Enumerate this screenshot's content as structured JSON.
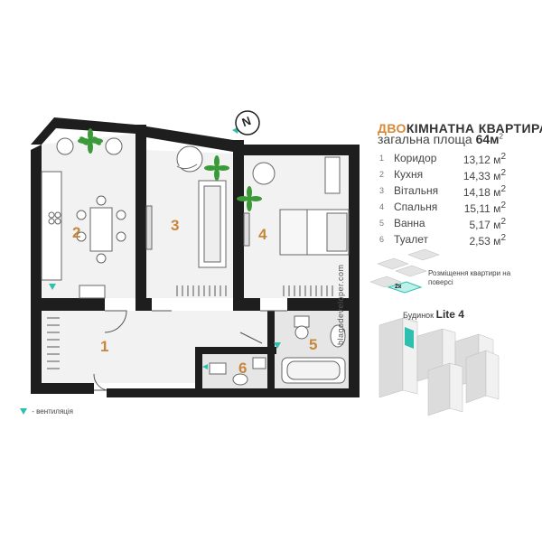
{
  "colors": {
    "accent": "#d9883a",
    "room_number": "#c8863a",
    "wall": "#1e1e1e",
    "vent": "#2fbfae",
    "plant": "#3a9a3a"
  },
  "header": {
    "title_accent": "ДВО",
    "title_rest": "КІМНАТНА КВАРТИРА",
    "subtitle_label": "загальна площа ",
    "subtitle_value": "64м",
    "subtitle_sup": "2"
  },
  "rooms": [
    {
      "num": "1",
      "name": "Коридор",
      "area": "13,12 м",
      "sup": "2"
    },
    {
      "num": "2",
      "name": "Кухня",
      "area": "14,33 м",
      "sup": "2"
    },
    {
      "num": "3",
      "name": "Вітальня",
      "area": "14,18 м",
      "sup": "2"
    },
    {
      "num": "4",
      "name": "Спальня",
      "area": "15,11 м",
      "sup": "2"
    },
    {
      "num": "5",
      "name": "Ванна",
      "area": "5,17 м",
      "sup": "2"
    },
    {
      "num": "6",
      "name": "Туалет",
      "area": "2,53 м",
      "sup": "2"
    }
  ],
  "location": {
    "caption": "Розміщення квартири на поверсі",
    "apartment_mark": "2к"
  },
  "building": {
    "label": "Будинок",
    "name": "Lite 4"
  },
  "compass": {
    "label": "N"
  },
  "legend": {
    "vent_label": " - вентиляція"
  },
  "website": "blagodeveloper.com",
  "plan_labels": {
    "r1": "1",
    "r2": "2",
    "r3": "3",
    "r4": "4",
    "r5": "5",
    "r6": "6"
  }
}
